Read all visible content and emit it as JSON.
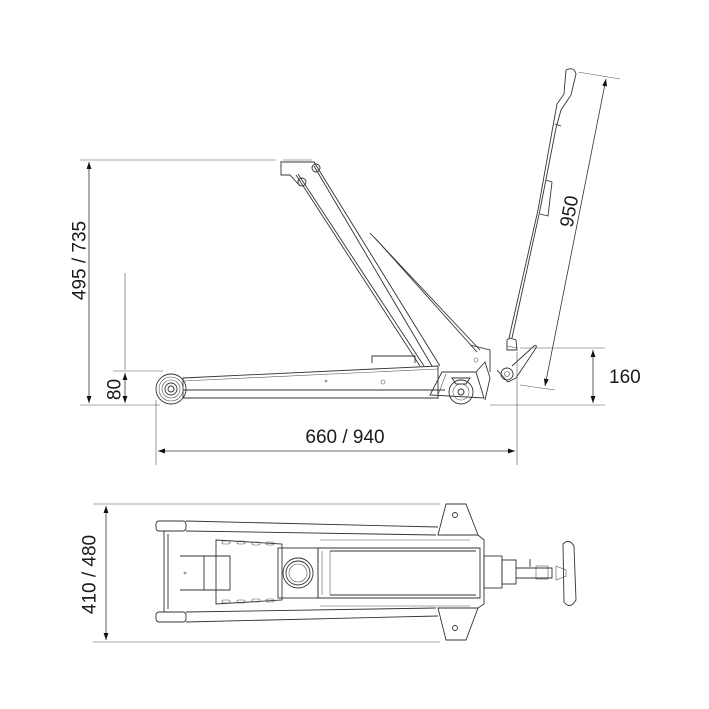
{
  "diagram": {
    "subject": "floor jack technical drawing",
    "views": [
      {
        "name": "side-view"
      },
      {
        "name": "top-view"
      }
    ],
    "dimensions": {
      "lift_height": "495 / 735",
      "min_height": "80",
      "length": "660 / 940",
      "handle_length": "950",
      "handle_pivot_height": "160",
      "width": "410 / 480"
    },
    "colors": {
      "line": "#333333",
      "background": "#ffffff"
    }
  }
}
